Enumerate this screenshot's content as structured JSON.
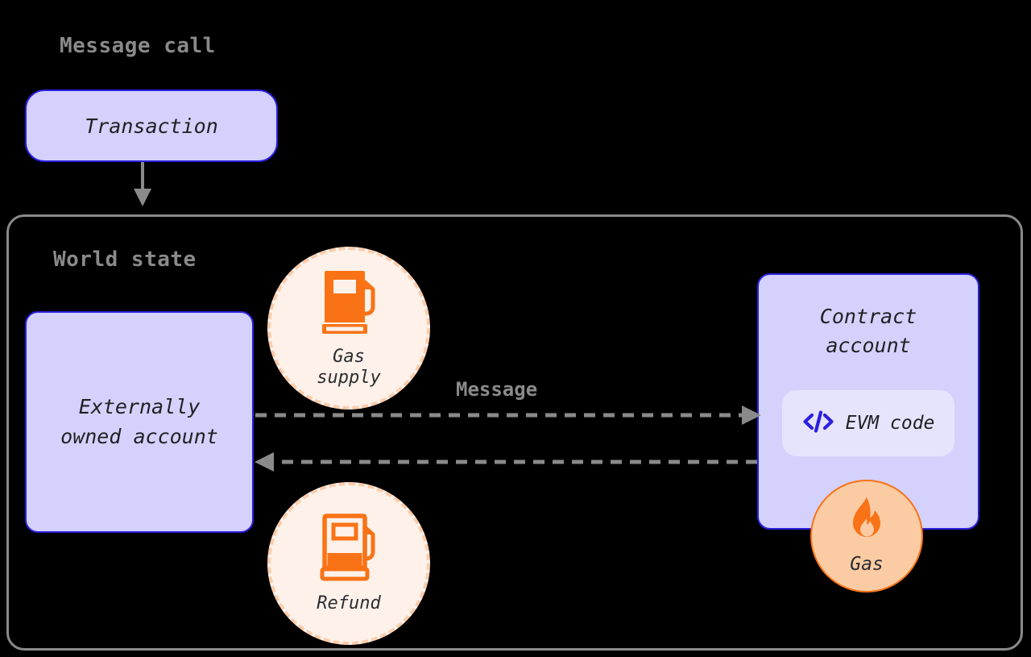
{
  "diagram": {
    "title_top": "Message call",
    "title_container": "World state",
    "background_color": "#000000"
  },
  "colors": {
    "node_fill": "#d4d1fc",
    "node_border": "#2b1fe0",
    "badge_fill": "#e6e4fd",
    "container_border": "#8a8a8a",
    "arrow": "#8a8a8a",
    "orange": "#f97316",
    "circle_dashed_fill": "#fdf1ea",
    "circle_dashed_border": "#fbccab",
    "gas_circle_fill": "#fbcba4",
    "text_dark": "#1f2023",
    "title_gray": "#8a8a8a"
  },
  "nodes": {
    "transaction": {
      "label": "Transaction"
    },
    "eoa": {
      "label": "Externally\nowned account"
    },
    "contract": {
      "label": "Contract\naccount"
    },
    "evm_code": {
      "label": "EVM code",
      "icon": "code-icon"
    }
  },
  "badges": {
    "gas_supply": {
      "label": "Gas\nsupply",
      "icon": "gas-pump-full-icon"
    },
    "refund": {
      "label": "Refund",
      "icon": "gas-pump-partial-icon"
    },
    "gas": {
      "label": "Gas",
      "icon": "flame-icon"
    }
  },
  "edges": {
    "transaction_to_world": {
      "label": "",
      "style": "solid",
      "direction": "down"
    },
    "message": {
      "label": "Message",
      "style": "dashed",
      "direction": "right"
    },
    "return": {
      "label": "",
      "style": "dashed",
      "direction": "left"
    }
  }
}
